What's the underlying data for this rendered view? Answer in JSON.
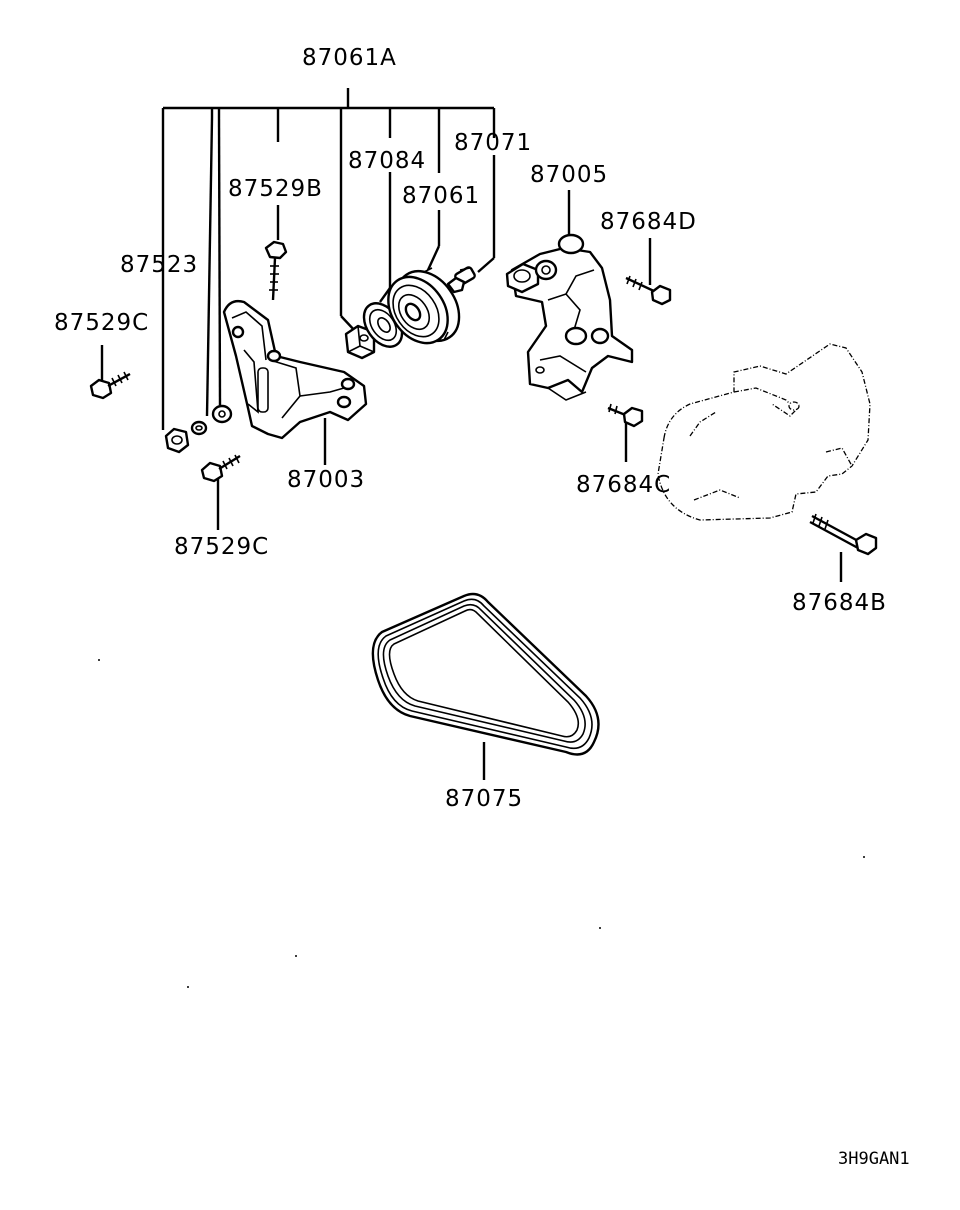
{
  "labels": {
    "p87061A": "87061A",
    "p87084": "87084",
    "p87071": "87071",
    "p87061": "87061",
    "p87529B": "87529B",
    "p87005": "87005",
    "p87684D": "87684D",
    "p87523": "87523",
    "p87529C_left": "87529C",
    "p87003": "87003",
    "p87529C_bottom": "87529C",
    "p87684C": "87684C",
    "p87684B": "87684B",
    "p87075": "87075"
  },
  "diagram_code": "3H9GAN1"
}
